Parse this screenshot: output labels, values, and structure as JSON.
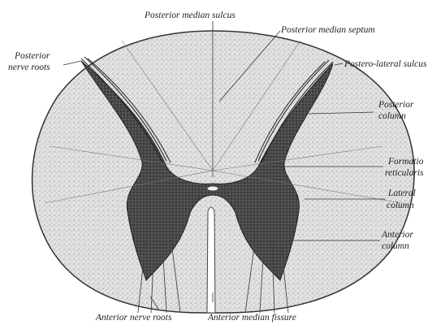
{
  "labels": {
    "posterior_median_sulcus": "Posterior median sulcus",
    "posterior_median_septum": "Posterior median septum",
    "posterior_nerve_roots_1": "Posterior",
    "posterior_nerve_roots_2": "nerve roots",
    "postero_lateral_sulcus": "Postero-lateral sulcus",
    "posterior_column_1": "Posterior",
    "posterior_column_2": "column",
    "formatio_reticularis_1": "Formatio",
    "formatio_reticularis_2": "reticularis",
    "lateral_column_1": "Lateral",
    "lateral_column_2": "column",
    "anterior_column_1": "Anterior",
    "anterior_column_2": "column",
    "anterior_nerve_roots": "Anterior nerve roots",
    "anterior_median_fissure": "Anterior median fissure"
  },
  "colors": {
    "white_matter": "#d8d8d8",
    "gray_matter": "#3a3a3a",
    "outline": "#333333",
    "ink": "#222222"
  }
}
